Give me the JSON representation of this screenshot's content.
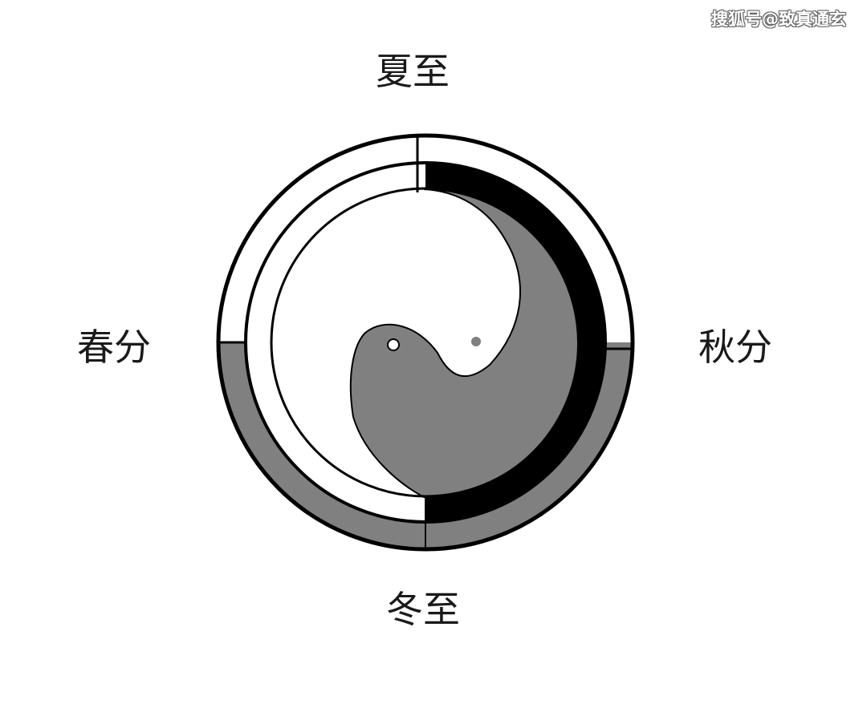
{
  "watermark": {
    "text": "搜狐号@致真通玄"
  },
  "labels": {
    "summer_solstice": "夏至",
    "autumn_equinox": "秋分",
    "winter_solstice": "冬至",
    "spring_equinox": "春分"
  },
  "colors": {
    "background": "#ffffff",
    "stroke": "#000000",
    "yin_black": "#000000",
    "yin_gray": "#808080",
    "yang_white": "#ffffff"
  }
}
